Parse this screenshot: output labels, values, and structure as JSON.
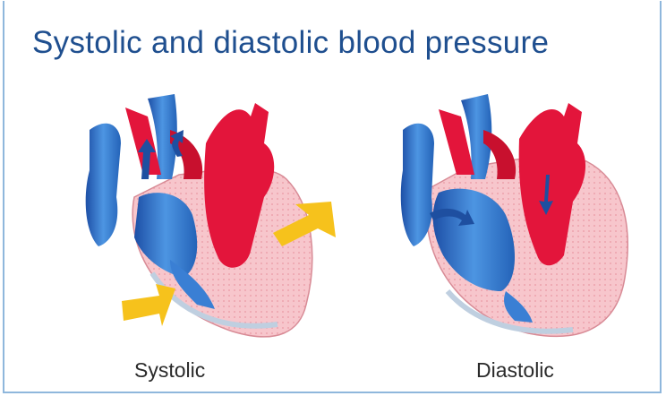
{
  "title": "Systolic and diastolic blood pressure",
  "panels": [
    {
      "label": "Systolic",
      "pressure_arrows": "yellow-inward"
    },
    {
      "label": "Diastolic"
    }
  ],
  "colors": {
    "title": "#1f4f8f",
    "oxygenated_red": "#e3153b",
    "deoxygenated_blue": "#2f72c9",
    "muscle_pink": "#f7c6cc",
    "pressure_arrow_yellow": "#f6c21c",
    "frame": "#8fb7dc"
  }
}
